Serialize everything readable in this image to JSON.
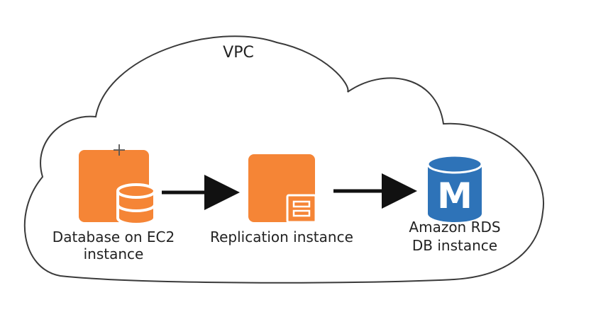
{
  "diagram": {
    "vpc": {
      "label": "VPC"
    },
    "nodes": [
      {
        "id": "ec2-database",
        "label_lines": [
          "Database on EC2",
          "instance"
        ],
        "icon": "ec2-database-icon"
      },
      {
        "id": "replication-instance",
        "label_lines": [
          "Replication instance"
        ],
        "icon": "replication-instance-icon"
      },
      {
        "id": "rds-db-instance",
        "label_lines": [
          "Amazon RDS",
          "DB instance"
        ],
        "icon": "rds-database-icon",
        "icon_glyph": "M"
      }
    ],
    "edges": [
      {
        "from": "ec2-database",
        "to": "replication-instance"
      },
      {
        "from": "replication-instance",
        "to": "rds-db-instance"
      }
    ]
  },
  "colors": {
    "aws_orange": "#F58536",
    "aws_orange_dark": "#E07828",
    "rds_blue": "#2E73B8",
    "rds_blue_dark": "#1F5B98",
    "cloud_stroke": "#3a3a3a",
    "arrow": "#111111"
  }
}
